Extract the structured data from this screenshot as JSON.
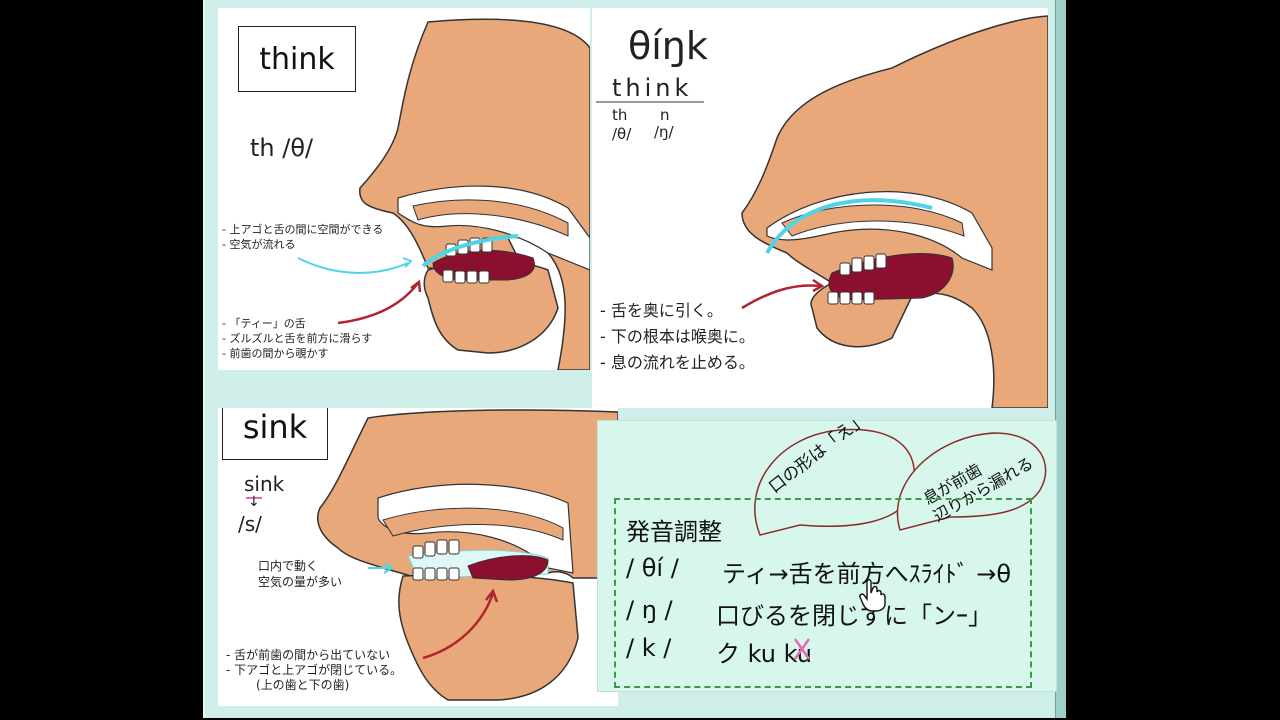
{
  "panel1": {
    "word": "think",
    "phoneme_label": "th /θ/",
    "air_notes": [
      "- 上アゴと舌の間に空間ができる",
      "- 空気が流れる"
    ],
    "tongue_notes": [
      "- 「ティー」の舌",
      "- ズルズルと舌を前方に滑らす",
      "- 前歯の間から覗かす"
    ]
  },
  "panel2": {
    "ipa": "θíŋk",
    "spelling": "think",
    "th_label": "th",
    "th_ipa": "/θ/",
    "n_label": "n",
    "n_ipa": "/ŋ/",
    "bullets": [
      "- 舌を奥に引く。",
      "- 下の根本は喉奥に。",
      "- 息の流れを止める。"
    ]
  },
  "panel3": {
    "word": "sink",
    "spelling": "sink",
    "arrow": "↓",
    "ipa": "/s/",
    "air_note": [
      "口内で動く",
      "空気の量が多い"
    ],
    "bottom_notes": [
      "- 舌が前歯の間から出ていない",
      "- 下アゴと上アゴが閉じている。",
      "(上の歯と下の歯)"
    ]
  },
  "adjust": {
    "title": "発音調整",
    "rows": [
      {
        "sym": "/ θí /",
        "desc": "ティ→舌を前方へｽﾗｲﾄﾞ →θ"
      },
      {
        "sym": "/ ŋ /",
        "desc": "口びるを閉じずに「ンｰ」"
      },
      {
        "sym": "/ k /",
        "desc": "ク ku  ku"
      }
    ],
    "bubble_left": "口の形は「え」",
    "bubble_right": [
      "息が前歯",
      "辺りから漏れる"
    ]
  },
  "colors": {
    "skin": "#e9a87a",
    "mouth": "#8b1030",
    "air": "#4fd3e6",
    "arrow": "#b0252f",
    "dashed": "#3a9a4a"
  }
}
